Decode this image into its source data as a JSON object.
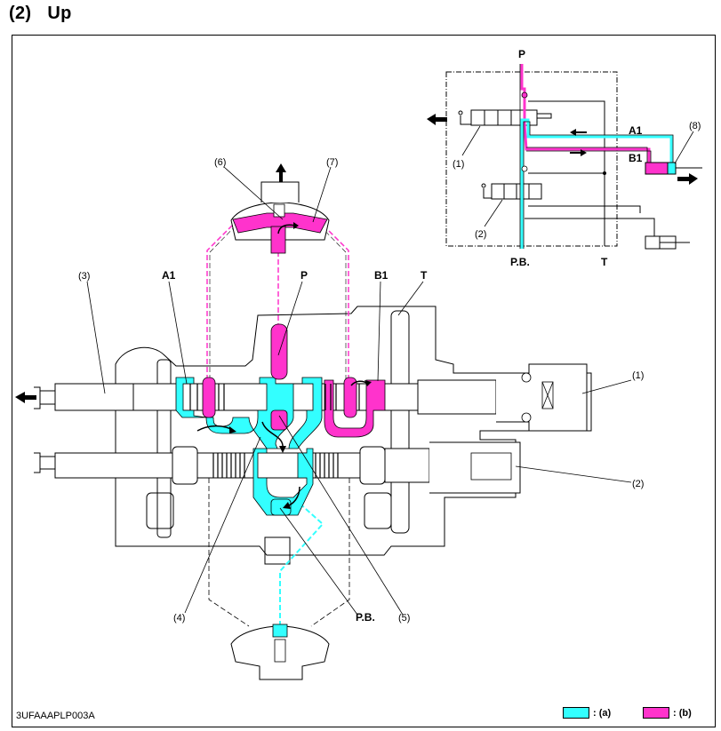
{
  "header": {
    "section_number": "(2)",
    "title": "Up"
  },
  "figure_code": "3UFAAAPLP003A",
  "colors": {
    "flow_a": "#33ffff",
    "flow_b": "#ff33cc",
    "line": "#000000"
  },
  "legend": [
    {
      "key": "a",
      "label": ": (a)",
      "color": "#33ffff"
    },
    {
      "key": "b",
      "label": ": (b)",
      "color": "#ff33cc"
    }
  ],
  "main_diagram": {
    "port_labels": {
      "a1": "A1",
      "p": "P",
      "b1": "B1",
      "t": "T",
      "pb": "P.B."
    },
    "callouts": {
      "c1": "(1)",
      "c2": "(2)",
      "c3": "(3)",
      "c4": "(4)",
      "c5": "(5)",
      "c6": "(6)",
      "c7": "(7)"
    }
  },
  "schematic": {
    "port_labels": {
      "p": "P",
      "a1": "A1",
      "b1": "B1",
      "pb": "P.B.",
      "t": "T"
    },
    "callouts": {
      "c1": "(1)",
      "c2": "(2)",
      "c8": "(8)"
    }
  }
}
